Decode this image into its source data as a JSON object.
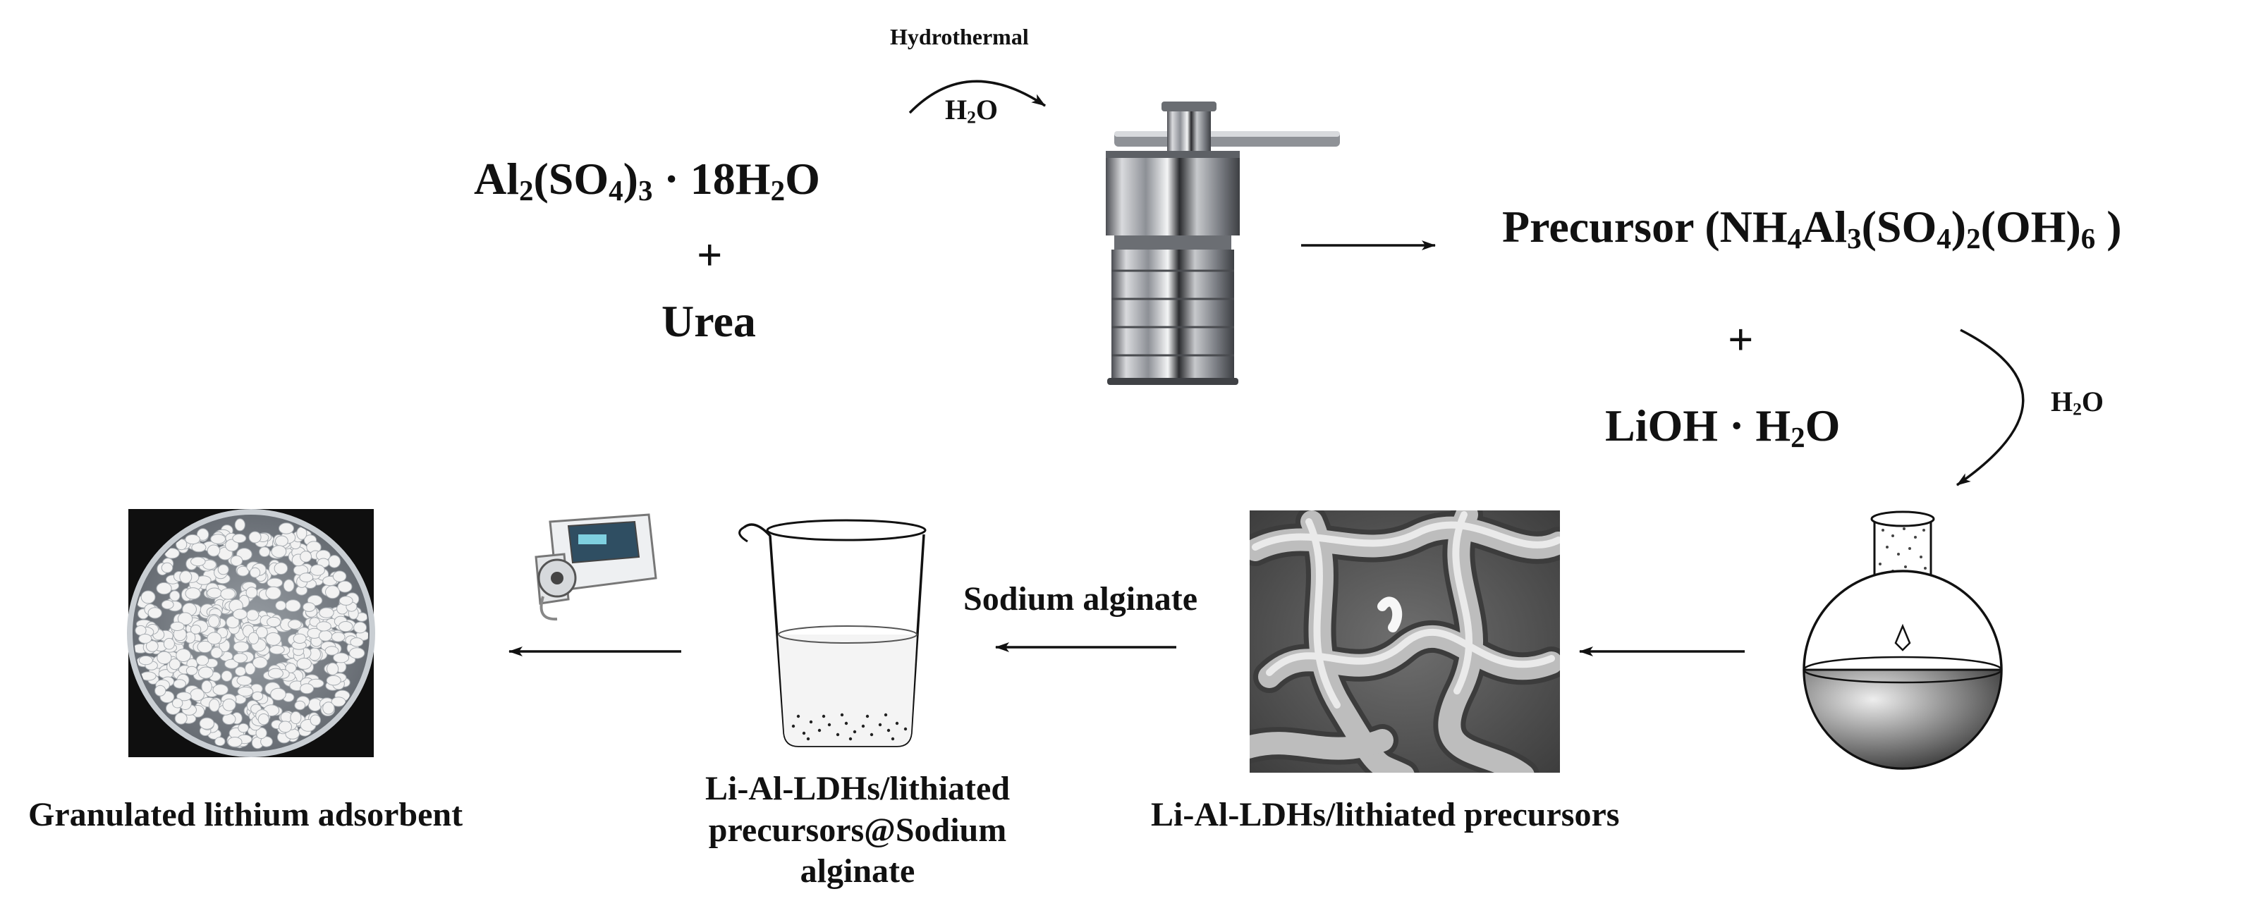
{
  "colors": {
    "ink": "#111111",
    "steel": "#9a9da3",
    "sem": "#7a7a7a",
    "petri_beads": "#f2f2f2"
  },
  "top_row": {
    "hydrothermal_label": "Hydrothermal",
    "h2o_top": {
      "main": "H",
      "sub": "2",
      "tail": "O"
    },
    "reactant": {
      "al": "Al",
      "al_sub": "2",
      "so4_open": "(SO",
      "so4_sub": "4",
      "so4_close": ")",
      "so4_sub2": "3",
      "dot": " · ",
      "water": "18H",
      "water_sub": "2",
      "water_tail": "O"
    },
    "plus_1": "+",
    "urea": "Urea",
    "autoclave_icon": "hydrothermal-autoclave-icon",
    "precursor": {
      "lead": "Precursor (NH",
      "s1": "4",
      "p2": "Al",
      "s2": "3",
      "p3": "(SO",
      "s3": "4",
      "p4": ")",
      "s4": "2",
      "p5": "(OH)",
      "s5": "6",
      "tail": " )"
    },
    "plus_2": "+",
    "lioh": {
      "main": "LiOH · H",
      "sub": "2",
      "tail": "O"
    },
    "h2o_right": {
      "main": "H",
      "sub": "2",
      "tail": "O"
    }
  },
  "bottom_row": {
    "flask_icon": "round-bottom-flask-icon",
    "sem_icon": "sem-micrograph-image",
    "sem_label": "Li-Al-LDHs/lithiated precursors",
    "sodium_alginate": "Sodium alginate",
    "beaker_icon": "beaker-icon",
    "beaker_label": [
      "Li-Al-LDHs/lithiated",
      "precursors@Sodium",
      "alginate"
    ],
    "pump_icon": "peristaltic-pump-icon",
    "petri_icon": "petri-dish-image",
    "petri_label": "Granulated lithium adsorbent"
  }
}
